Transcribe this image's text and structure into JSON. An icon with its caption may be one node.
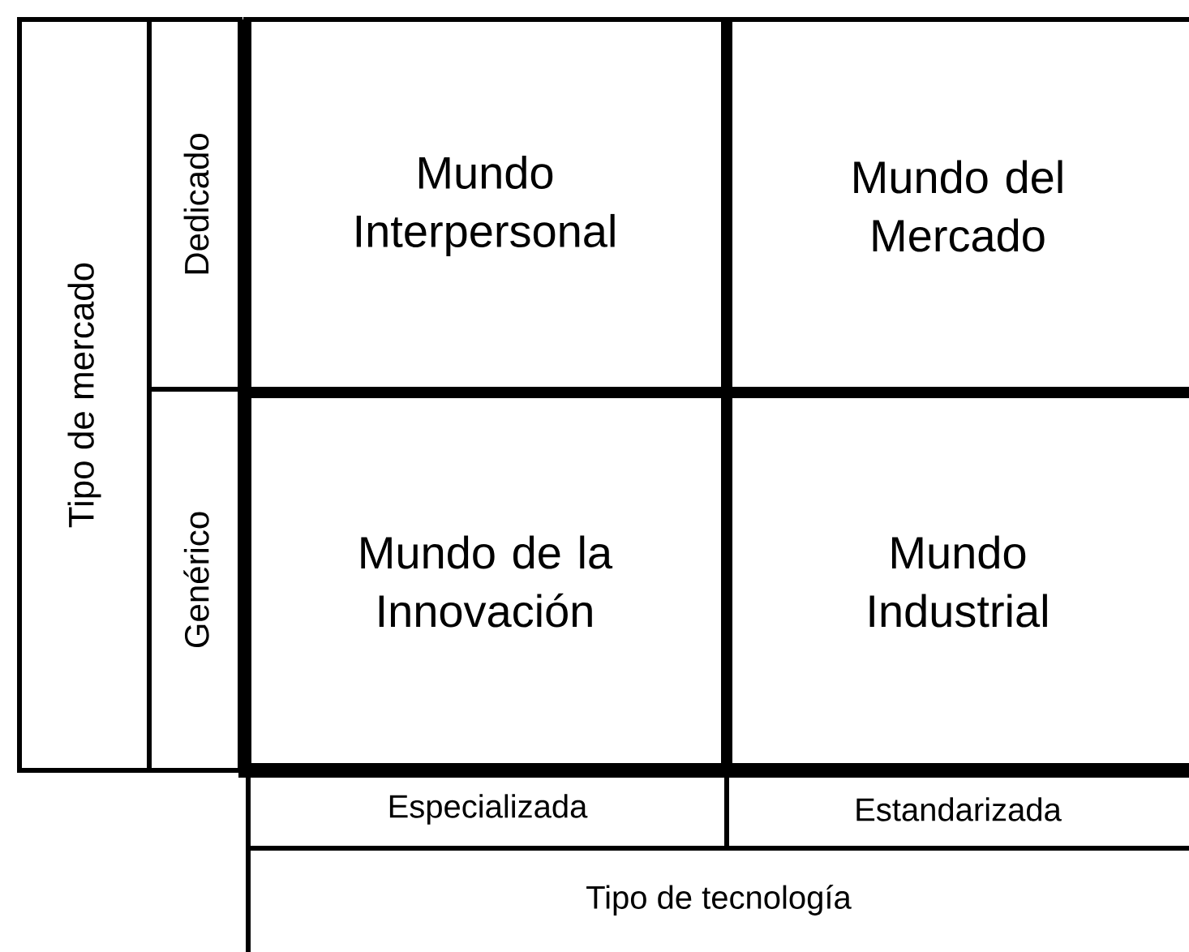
{
  "diagram": {
    "nodes": [
      {
        "text": [
          "Tipo de mercado"
        ]
      },
      {
        "text": [
          "Dedicado"
        ]
      },
      {
        "text": [
          "Genérico"
        ]
      },
      {
        "text": [
          "Mundo Interpersonal"
        ]
      },
      {
        "text": [
          "Mundo del Mercado"
        ]
      },
      {
        "text": [
          "Mundo de la Innovación"
        ]
      },
      {
        "text": [
          "Mundo Industrial"
        ]
      },
      {
        "text": [
          "Especializada"
        ]
      },
      {
        "text": [
          "Estandarizada"
        ]
      },
      {
        "text": [
          "Tipo de tecnología"
        ]
      }
    ]
  }
}
